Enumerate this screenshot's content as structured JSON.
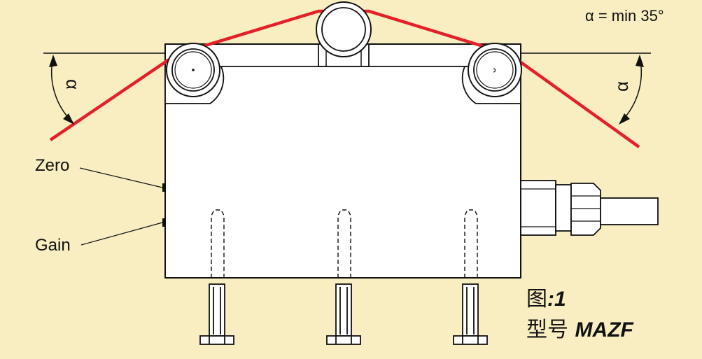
{
  "angle_note": "α = min 35°",
  "angle_symbol": "α",
  "labels": {
    "zero": "Zero",
    "gain": "Gain"
  },
  "caption": {
    "figure_prefix": "图",
    "figure_number": ":1",
    "model_prefix": "型号",
    "model_name": "MAZF"
  },
  "colors": {
    "background": "#f9eec2",
    "belt": "#e4202a",
    "outline": "#111111"
  }
}
